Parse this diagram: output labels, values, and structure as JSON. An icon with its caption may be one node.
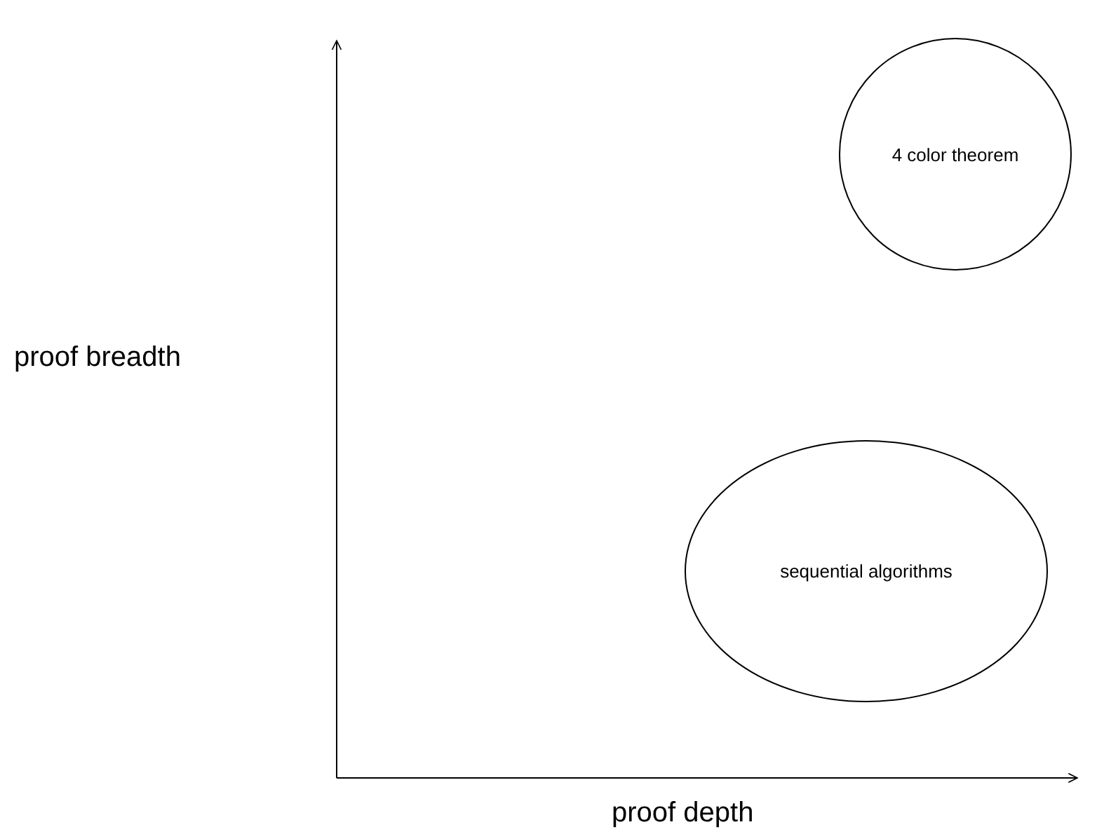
{
  "diagram": {
    "nodes": [
      {
        "text": [
          "4 color theorem"
        ]
      },
      {
        "text": [
          "sequential algorithms"
        ]
      }
    ],
    "labels": [
      "proof breadth",
      "proof depth"
    ]
  }
}
